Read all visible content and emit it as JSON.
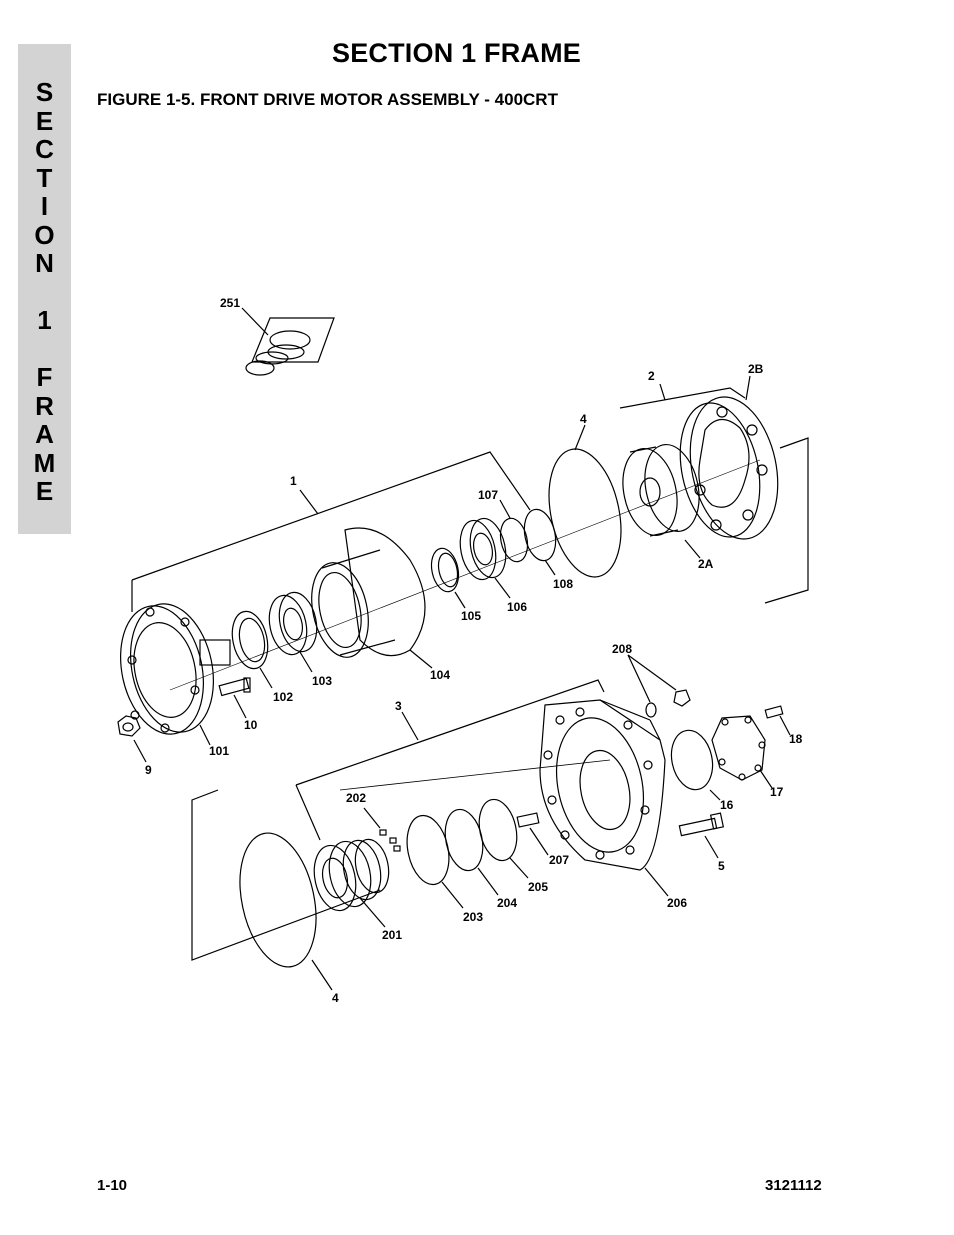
{
  "side_tab": {
    "letters": [
      "S",
      "E",
      "C",
      "T",
      "I",
      "O",
      "N",
      "",
      "1",
      "",
      "F",
      "R",
      "A",
      "M",
      "E"
    ]
  },
  "header": {
    "section_title": "SECTION 1  FRAME",
    "figure_title": "FIGURE 1-5.    FRONT DRIVE MOTOR ASSEMBLY - 400CRT"
  },
  "callouts": {
    "c251": "251",
    "c2": "2",
    "c2B": "2B",
    "c4a": "4",
    "c1": "1",
    "c107": "107",
    "c2A": "2A",
    "c108": "108",
    "c106": "106",
    "c105": "105",
    "c104": "104",
    "c103": "103",
    "c102": "102",
    "c10": "10",
    "c101": "101",
    "c9": "9",
    "c208": "208",
    "c3": "3",
    "c18": "18",
    "c17": "17",
    "c16": "16",
    "c202": "202",
    "c207": "207",
    "c5": "5",
    "c205": "205",
    "c204": "204",
    "c203": "203",
    "c206": "206",
    "c201": "201",
    "c4b": "4"
  },
  "footer": {
    "page_number": "1-10",
    "doc_number": "3121112"
  }
}
